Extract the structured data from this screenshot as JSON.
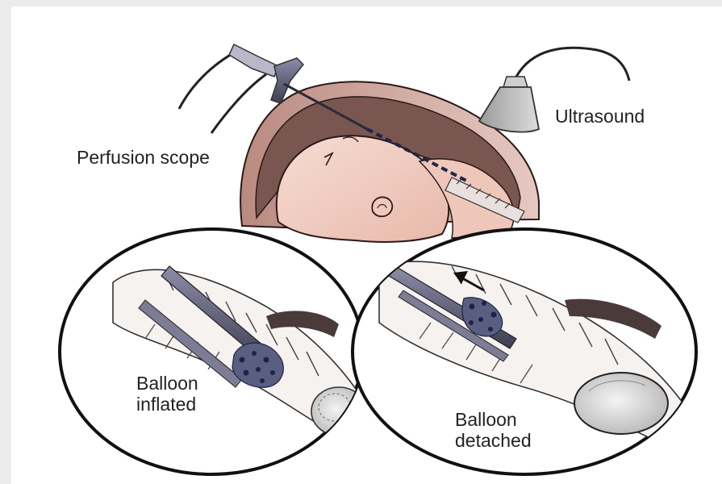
{
  "figure": {
    "labels": {
      "ultrasound": "Ultrasound",
      "perfusion_scope": "Perfusion scope",
      "balloon_inflated": [
        "Balloon",
        "inflated"
      ],
      "balloon_detached": [
        "Balloon",
        "detached"
      ]
    },
    "colors": {
      "page_background": "#ececec",
      "canvas": "#ffffff",
      "uterus_wall": "#c89a90",
      "uterus_dark": "#6b4a44",
      "fetus_skin": "#f2cfc4",
      "instrument": "#5a5a6e",
      "outline": "#1a1a1a",
      "balloon_dots": "#1e2248"
    }
  }
}
